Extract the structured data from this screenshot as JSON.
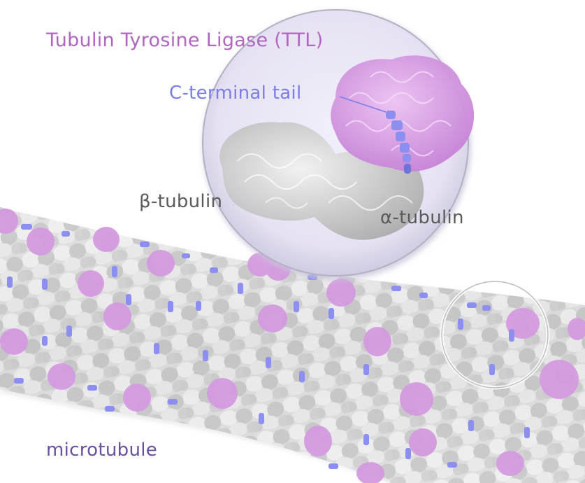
{
  "figure": {
    "title": "Tubulin Tyrosine Ligase (TTL)",
    "labels": {
      "c_terminal_tail": "C-terminal tail",
      "beta_tubulin": "β-tubulin",
      "alpha_tubulin": "α-tubulin",
      "microtubule": "microtubule"
    },
    "colors": {
      "ttl_magenta": "#b066c0",
      "c_terminal_blue": "#7a7de8",
      "tubulin_gray": "#5a5a5a",
      "microtubule_purple": "#6a50a0",
      "zoom_bubble_fill": "#e9e6f5",
      "zoom_bubble_edge": "#b9b6c6",
      "ttl_protein": "#d9a1e3",
      "tail_protein": "#8e90ee",
      "tubulin_light": "#ededed",
      "tubulin_dark": "#b9b9b9"
    }
  }
}
